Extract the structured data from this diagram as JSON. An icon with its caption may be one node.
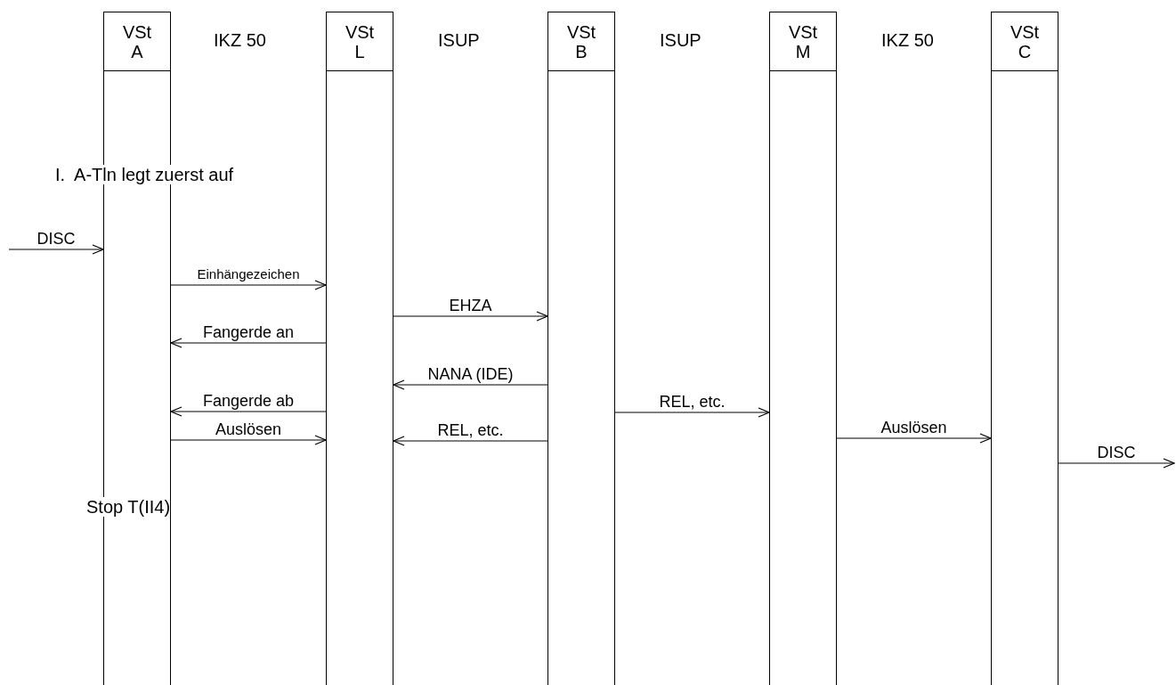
{
  "diagram": {
    "nodes": [
      {
        "text": [
          "VSt A"
        ]
      },
      {
        "text": [
          "VSt L"
        ]
      },
      {
        "text": [
          "VSt B"
        ]
      },
      {
        "text": [
          "VSt M"
        ]
      },
      {
        "text": [
          "VSt C"
        ]
      }
    ],
    "edges": [
      {
        "from": null,
        "to": 0,
        "label": "DISC",
        "arrow": "to"
      },
      {
        "from": 0,
        "to": 1,
        "label": "Einhängezeichen",
        "arrow": "to"
      },
      {
        "from": 1,
        "to": 2,
        "label": "EHZA",
        "arrow": "to"
      },
      {
        "from": 1,
        "to": 0,
        "label": "Fangerde an",
        "arrow": "to"
      },
      {
        "from": 2,
        "to": 1,
        "label": "NANA (IDE)",
        "arrow": "to"
      },
      {
        "from": 1,
        "to": 0,
        "label": "Fangerde ab",
        "arrow": "to"
      },
      {
        "from": 2,
        "to": 3,
        "label": "REL, etc.",
        "arrow": "to"
      },
      {
        "from": 2,
        "to": 1,
        "label": "REL, etc.",
        "arrow": "to"
      },
      {
        "from": 0,
        "to": 1,
        "label": "Auslösen",
        "arrow": "to"
      },
      {
        "from": 3,
        "to": 4,
        "label": "Auslösen",
        "arrow": "to"
      },
      {
        "from": 4,
        "to": null,
        "label": "DISC",
        "arrow": "to"
      }
    ],
    "labels": [
      "IKZ 50",
      "ISUP",
      "ISUP",
      "IKZ 50",
      "I.  A-Tln legt zuerst auf",
      "Stop T(II4)"
    ]
  }
}
